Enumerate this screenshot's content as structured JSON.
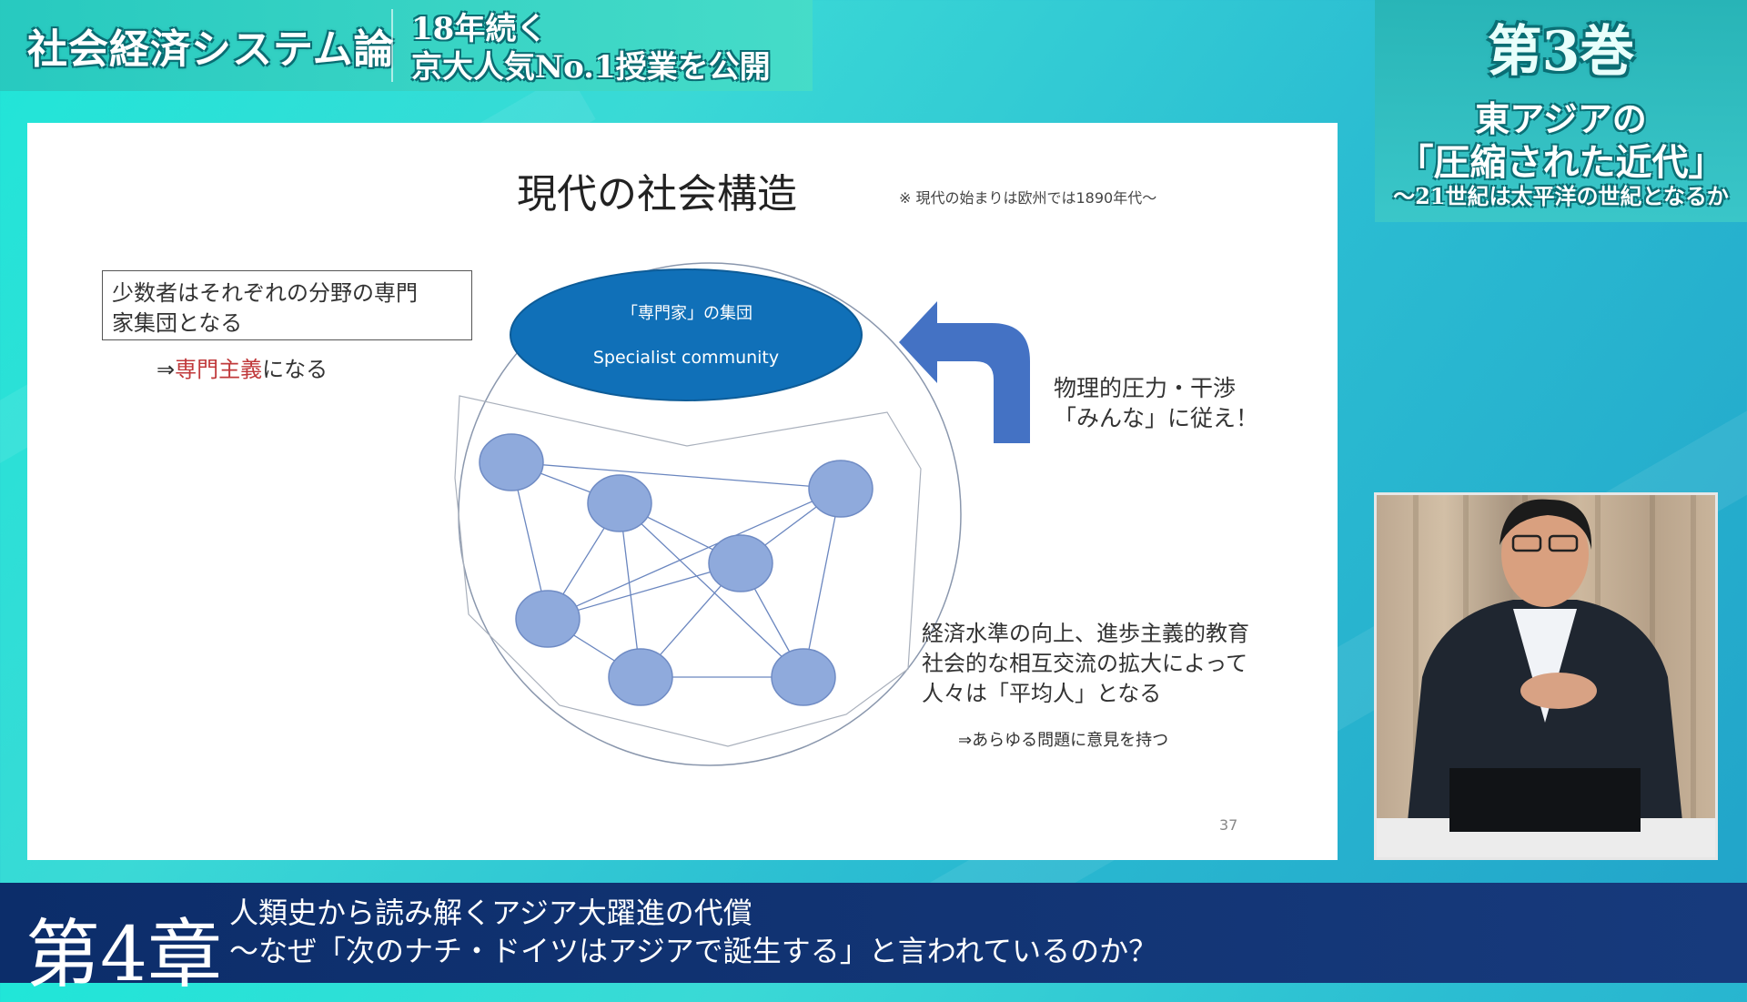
{
  "header": {
    "series_title": "社会経済システム論",
    "sub_line1": "18年続く",
    "sub_line2": "京大人気No.1授業を公開"
  },
  "volume": {
    "label": "第3巻",
    "line1": "東アジアの",
    "line2": "「圧縮された近代」",
    "line3": "〜21世紀は太平洋の世紀となるか"
  },
  "slide": {
    "title": "現代の社会構造",
    "note": "※ 現代の始まりは欧州では1890年代〜",
    "box_line1": "少数者はそれぞれの分野の専門",
    "box_line2": "家集団となる",
    "arrow_prefix": "⇒",
    "specialism": "専門主義",
    "specialism_suffix": "になる",
    "ellipse_line1": "「専門家」の集団",
    "ellipse_line2": "Specialist community",
    "pressure_line1": "物理的圧力・干渉",
    "pressure_line2": "「みんな」に従え！",
    "bottom_line1": "経済水準の向上、進歩主義的教育",
    "bottom_line2": "社会的な相互交流の拡大によって",
    "bottom_line3": "人々は「平均人」となる",
    "bottom_arrow": "⇒あらゆる問題に意見を持つ",
    "page_number": "37",
    "colors": {
      "ellipse": "#1070b8",
      "node": "#8faadc",
      "arrow": "#4472c4",
      "accent_red": "#c0393b"
    }
  },
  "footer": {
    "chapter": "第4章",
    "line1": "人類史から読み解くアジア大躍進の代償",
    "line2": "〜なぜ「次のナチ・ドイツはアジアで誕生する」と言われているのか？"
  }
}
